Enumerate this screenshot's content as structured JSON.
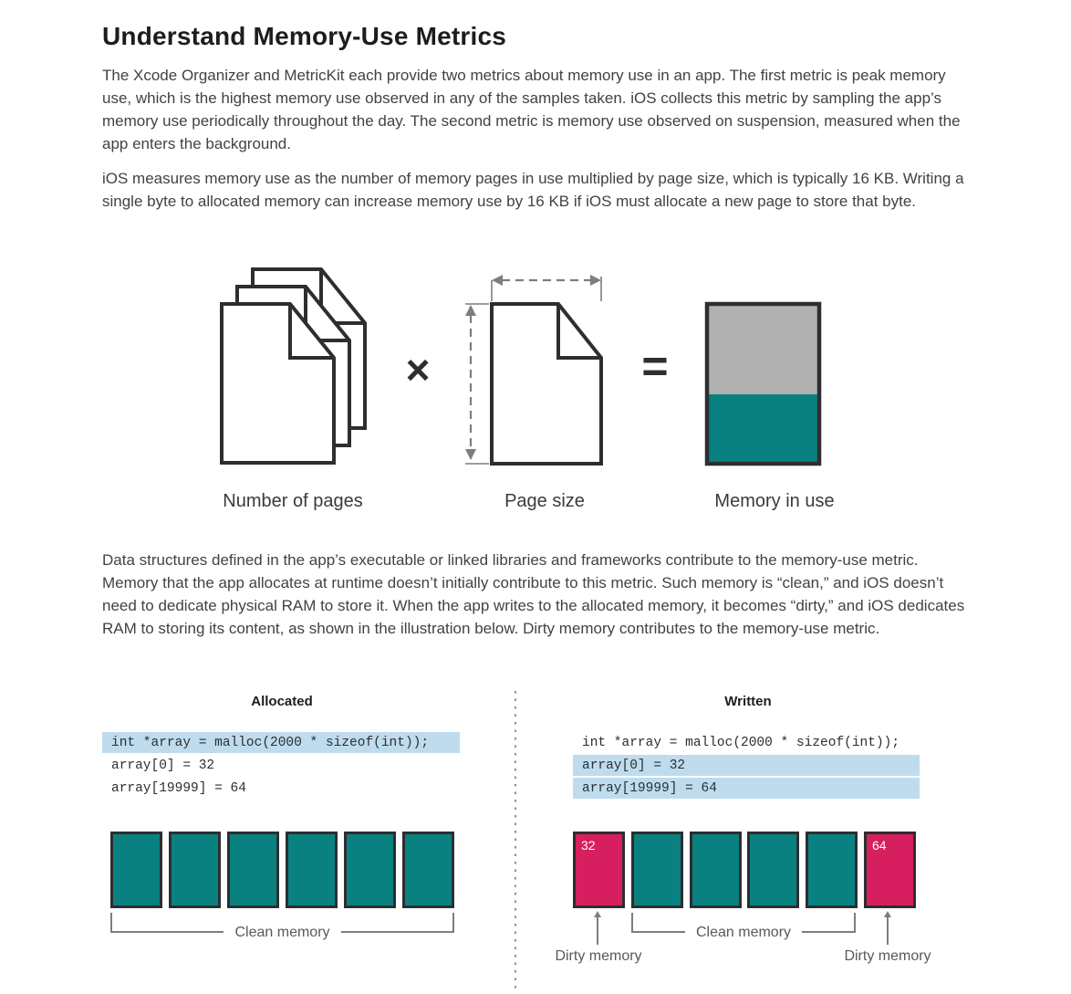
{
  "page": {
    "title": "Understand Memory-Use Metrics",
    "paragraphs": [
      "The Xcode Organizer and MetricKit each provide two metrics about memory use in an app. The first metric is peak memory use, which is the highest memory use observed in any of the samples taken. iOS collects this metric by sampling the app’s memory use periodically throughout the day. The second metric is memory use observed on suspension, measured when the app enters the background.",
      "iOS measures memory use as the number of memory pages in use multiplied by page size, which is typically 16 KB. Writing a single byte to allocated memory can increase memory use by 16 KB if iOS must allocate a new page to store that byte.",
      "Data structures defined in the app’s executable or linked libraries and frameworks contribute to the memory-use metric. Memory that the app allocates at runtime doesn’t initially contribute to this metric. Such memory is “clean,” and iOS doesn’t need to dedicate physical RAM to store it. When the app writes to the allocated memory, it becomes “dirty,” and iOS dedicates RAM to storing its content, as shown in the illustration below. Dirty memory contributes to the memory-use metric."
    ]
  },
  "figure1": {
    "operator_multiply": "×",
    "operator_equals": "=",
    "labels": {
      "pages": "Number of pages",
      "page_size": "Page size",
      "memory": "Memory in use"
    }
  },
  "figure2": {
    "left": {
      "title": "Allocated",
      "code": [
        "int *array = malloc(2000 * sizeof(int));",
        "array[0] = 32",
        "array[19999] = 64"
      ],
      "highlighted_lines": [
        0
      ],
      "clean_label": "Clean memory"
    },
    "right": {
      "title": "Written",
      "code": [
        "int *array = malloc(2000 * sizeof(int));",
        "array[0] = 32",
        "array[19999] = 64"
      ],
      "highlighted_lines": [
        1,
        2
      ],
      "clean_label": "Clean memory",
      "dirty_label_left": "Dirty memory",
      "dirty_label_right": "Dirty memory",
      "block_values": [
        "32",
        "64"
      ]
    }
  },
  "colors": {
    "teal_clean_memory": "#088180",
    "pink_dirty_memory": "#d71f5f",
    "gray_unused_memory": "#b1b1b1",
    "code_highlight_blue": "#bedcee",
    "outline_dark": "#2e2e30",
    "annotation_gray": "#7d7d82"
  }
}
